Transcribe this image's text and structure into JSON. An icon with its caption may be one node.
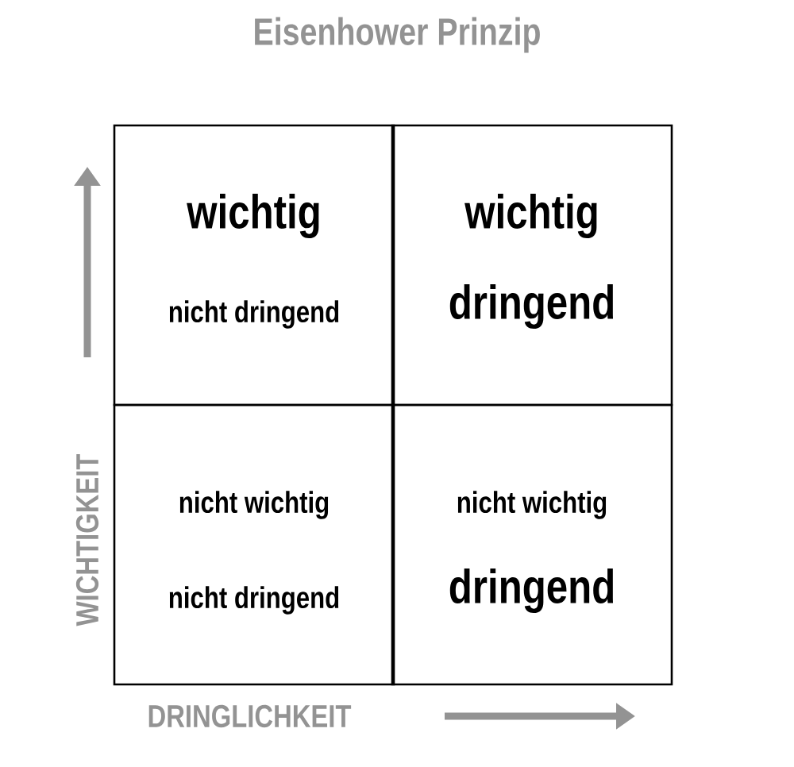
{
  "diagram": {
    "title": "Eisenhower Prinzip",
    "nodes": [
      {
        "text": [
          "wichtig",
          "nicht dringend"
        ]
      },
      {
        "text": [
          "wichtig",
          "dringend"
        ]
      },
      {
        "text": [
          "nicht wichtig",
          "nicht dringend"
        ]
      },
      {
        "text": [
          "nicht wichtig",
          "dringend"
        ]
      }
    ],
    "labels": [
      "WICHTIGKEIT",
      "DRINGLICHKEIT"
    ]
  }
}
